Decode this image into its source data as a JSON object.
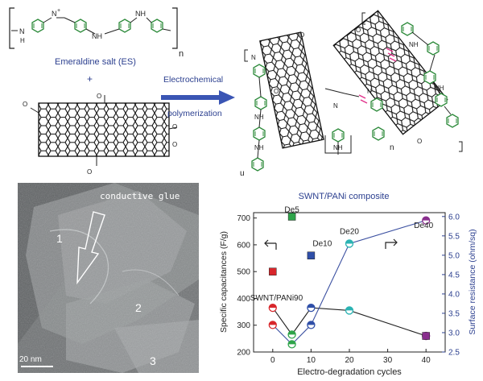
{
  "scheme": {
    "monomer_label": "Emeraldine salt (ES)",
    "plus_sign": "+",
    "arrow_label_line1": "Electrochemical",
    "arrow_label_line2": "polymerization",
    "repeat_subscript": "n",
    "product_n_label": "n",
    "product_u_label": "u",
    "atoms": {
      "n_plus": "N",
      "h": "H",
      "nh": "NH",
      "o_minus": "O",
      "n": "N"
    }
  },
  "micrograph": {
    "annotation": "conductive glue",
    "region_labels": [
      "1",
      "2",
      "3"
    ],
    "scale_bar_label": "20 nm"
  },
  "chart_data": {
    "type": "line",
    "title": "SWNT/PANi composite",
    "xlabel": "Electro-degradation cycles",
    "ylabel_left": "Specific capacitances (F/g)",
    "ylabel_right": "Surface resistance (ohm/sq)",
    "xlim": [
      -5,
      45
    ],
    "xticks": [
      0,
      10,
      20,
      30,
      40
    ],
    "ylim_left": [
      200,
      720
    ],
    "yticks_left": [
      200,
      300,
      400,
      500,
      600,
      700
    ],
    "ylim_right": [
      2.5,
      6.1
    ],
    "yticks_right": [
      2.5,
      3.0,
      3.5,
      4.0,
      4.5,
      5.0,
      5.5,
      6.0
    ],
    "grid": false,
    "x": [
      0,
      5,
      10,
      20,
      40
    ],
    "series": [
      {
        "axis": "left",
        "color": "#222222",
        "values": [
          365,
          265,
          365,
          355,
          260
        ]
      },
      {
        "axis": "right",
        "color": "#3a4fa0",
        "values": [
          3.2,
          2.7,
          3.2,
          5.3,
          5.9
        ]
      }
    ],
    "squares": [
      {
        "x": 0,
        "y": 500,
        "color": "#d8262b"
      },
      {
        "x": 5,
        "y": 705,
        "color": "#2ea44a"
      },
      {
        "x": 10,
        "y": 560,
        "color": "#2f4fa8"
      },
      {
        "x": 40,
        "y": 260,
        "color": "#8a2f8e"
      }
    ],
    "circle_colors": [
      "#d8262b",
      "#2ea44a",
      "#2f4fa8",
      "#2bb3b3",
      "#8a2f8e"
    ],
    "point_labels": [
      "SWNT/PANi90",
      "De5",
      "De10",
      "De20",
      "De40"
    ],
    "axis_arrows": [
      "left",
      "right"
    ]
  }
}
